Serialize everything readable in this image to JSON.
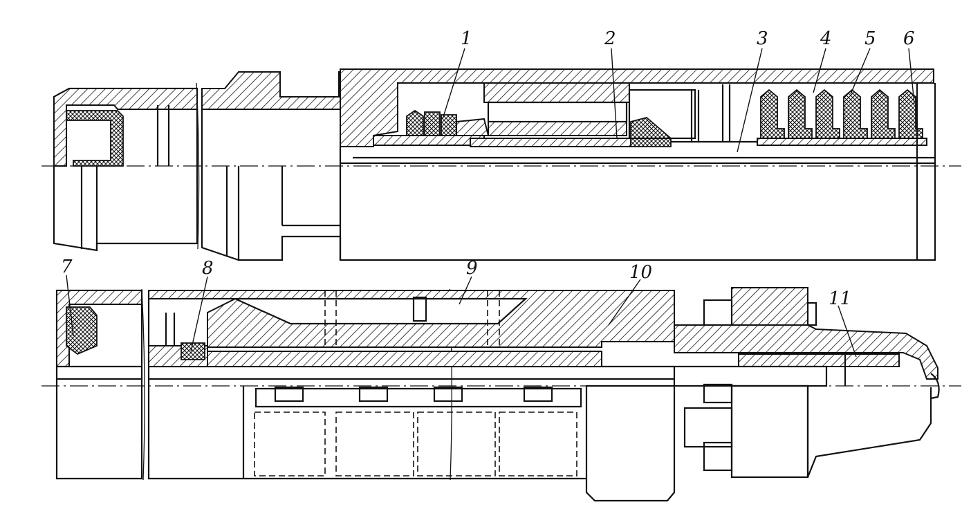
{
  "labels": [
    {
      "id": "1",
      "text": "1"
    },
    {
      "id": "2",
      "text": "2"
    },
    {
      "id": "3",
      "text": "3"
    },
    {
      "id": "4",
      "text": "4"
    },
    {
      "id": "5",
      "text": "5"
    },
    {
      "id": "6",
      "text": "6"
    },
    {
      "id": "7",
      "text": "7"
    },
    {
      "id": "8",
      "text": "8"
    },
    {
      "id": "9",
      "text": "9"
    },
    {
      "id": "10",
      "text": "10"
    },
    {
      "id": "11",
      "text": "11"
    }
  ],
  "colors": {
    "ink": "#111111",
    "paper": "#ffffff"
  }
}
